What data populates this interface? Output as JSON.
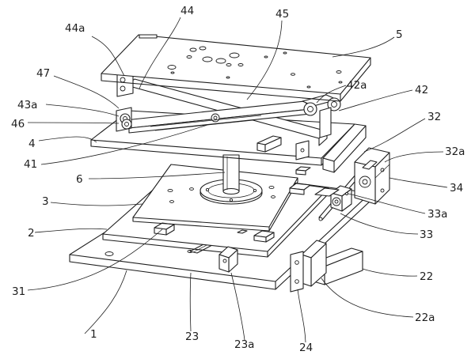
{
  "figure": {
    "labels": {
      "l44a": "44a",
      "l44": "44",
      "l45": "45",
      "l5": "5",
      "l47": "47",
      "l42a": "42a",
      "l42": "42",
      "l43a": "43a",
      "l46": "46",
      "l32": "32",
      "l4": "4",
      "l32a": "32a",
      "l41": "41",
      "l6": "6",
      "l34": "34",
      "l3": "3",
      "l33a": "33a",
      "l2": "2",
      "l33": "33",
      "l22": "22",
      "l31": "31",
      "l22a": "22a",
      "l1": "1",
      "l23": "23",
      "l23a": "23a",
      "l24": "24"
    }
  }
}
